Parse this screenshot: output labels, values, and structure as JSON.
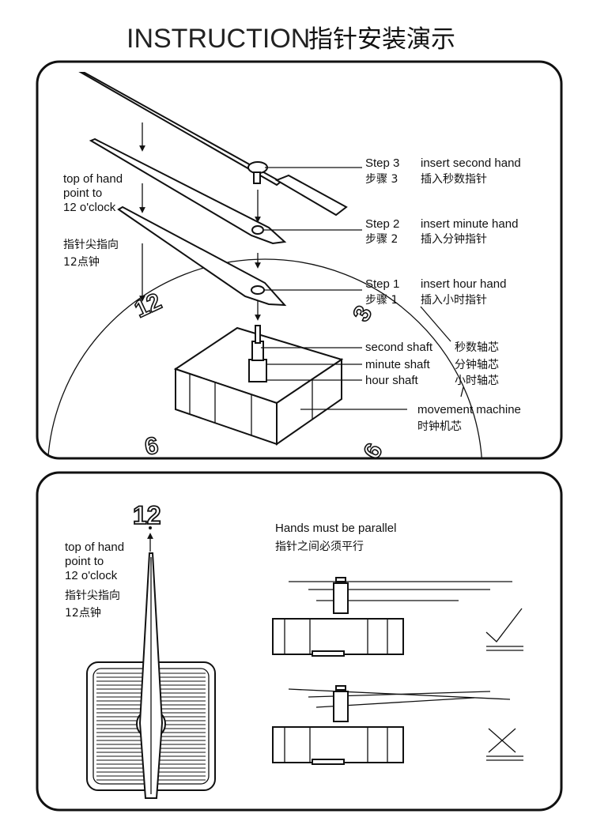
{
  "title": {
    "en": "INSTRUCTION",
    "cn": "指针安装演示"
  },
  "panel1": {
    "hint_en": [
      "top of hand",
      "point to",
      "12 o'clock"
    ],
    "hint_cn": [
      "指针尖指向",
      "12点钟"
    ],
    "steps": [
      {
        "en": "Step 3",
        "action": "insert second hand",
        "cn": "步骤 3",
        "action_cn": "插入秒数指针"
      },
      {
        "en": "Step 2",
        "action": "insert minute hand",
        "cn": "步骤 2",
        "action_cn": "插入分钟指针"
      },
      {
        "en": "Step 1",
        "action": "insert hour hand",
        "cn": "步骤 1",
        "action_cn": "插入小时指针"
      }
    ],
    "shafts": [
      {
        "en": "second shaft",
        "cn": "秒数轴芯"
      },
      {
        "en": "minute shaft",
        "cn": "分钟轴芯"
      },
      {
        "en": "hour shaft",
        "cn": "小时轴芯"
      }
    ],
    "movement": {
      "en": "movement  machine",
      "cn": "时钟机芯"
    },
    "dial_numbers": [
      "12",
      "3",
      "9",
      "6"
    ]
  },
  "panel2": {
    "twelve": "12",
    "hint_en": [
      "top of hand",
      "point to",
      "12 o'clock"
    ],
    "hint_cn": [
      "指针尖指向",
      "12点钟"
    ],
    "parallel_en": "Hands must be parallel",
    "parallel_cn": "指针之间必须平行",
    "correct_icon": "check-icon",
    "wrong_icon": "cross-icon"
  }
}
